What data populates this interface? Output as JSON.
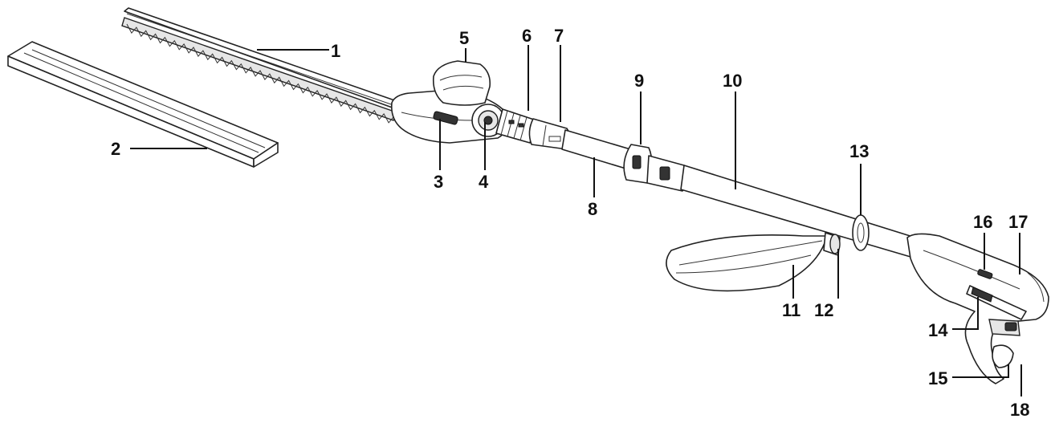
{
  "callouts": [
    {
      "id": "1",
      "label": "1"
    },
    {
      "id": "2",
      "label": "2"
    },
    {
      "id": "3",
      "label": "3"
    },
    {
      "id": "4",
      "label": "4"
    },
    {
      "id": "5",
      "label": "5"
    },
    {
      "id": "6",
      "label": "6"
    },
    {
      "id": "7",
      "label": "7"
    },
    {
      "id": "8",
      "label": "8"
    },
    {
      "id": "9",
      "label": "9"
    },
    {
      "id": "10",
      "label": "10"
    },
    {
      "id": "11",
      "label": "11"
    },
    {
      "id": "12",
      "label": "12"
    },
    {
      "id": "13",
      "label": "13"
    },
    {
      "id": "14",
      "label": "14"
    },
    {
      "id": "15",
      "label": "15"
    },
    {
      "id": "16",
      "label": "16"
    },
    {
      "id": "17",
      "label": "17"
    },
    {
      "id": "18",
      "label": "18"
    }
  ]
}
